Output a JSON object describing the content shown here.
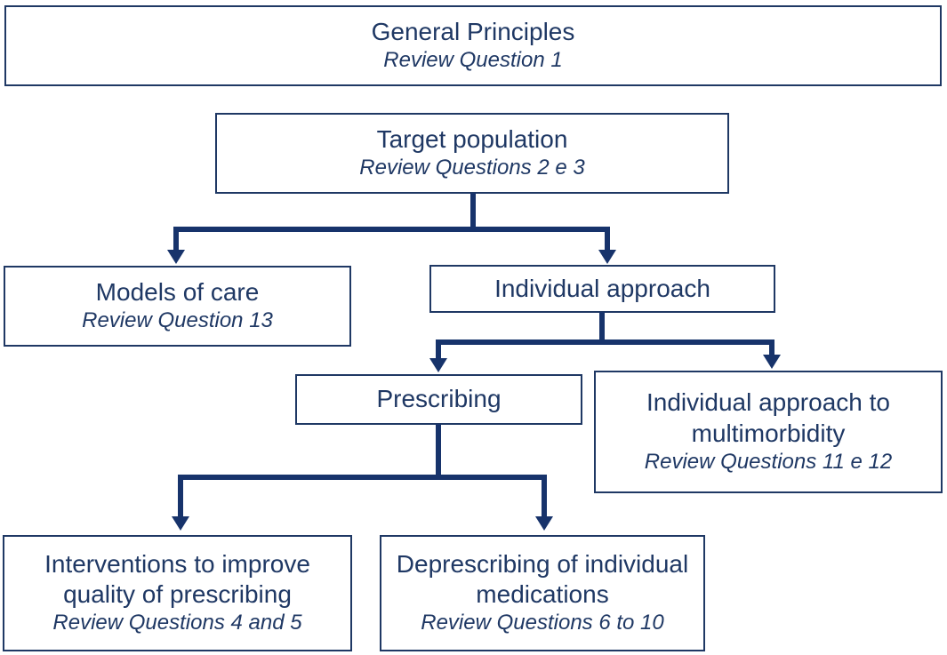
{
  "colors": {
    "line": "#17336b",
    "box_border": "#1f3864",
    "text": "#1f3864",
    "box_background": "#ffffff",
    "page_background": "#ffffff"
  },
  "nodes": {
    "general_principles": {
      "title": "General Principles",
      "subtitle": "Review Question 1"
    },
    "target_population": {
      "title": "Target population",
      "subtitle": "Review Questions 2 e 3"
    },
    "models_of_care": {
      "title": "Models of care",
      "subtitle": "Review Question 13"
    },
    "individual_approach": {
      "title": "Individual approach"
    },
    "prescribing": {
      "title": "Prescribing"
    },
    "individual_approach_to_multimorbidity": {
      "title": "Individual approach to multimorbidity",
      "subtitle": "Review Questions 11 e 12"
    },
    "interventions_to_improve_quality_of_prescribing": {
      "title": "Interventions to improve quality of prescribing",
      "subtitle": "Review Questions 4 and 5"
    },
    "deprescribing_of_individual_medications": {
      "title": "Deprescribing of individual medications",
      "subtitle": "Review Questions 6 to 10"
    }
  },
  "edges": [
    {
      "from": "target_population",
      "to": "models_of_care"
    },
    {
      "from": "target_population",
      "to": "individual_approach"
    },
    {
      "from": "individual_approach",
      "to": "prescribing"
    },
    {
      "from": "individual_approach",
      "to": "individual_approach_to_multimorbidity"
    },
    {
      "from": "prescribing",
      "to": "interventions_to_improve_quality_of_prescribing"
    },
    {
      "from": "prescribing",
      "to": "deprescribing_of_individual_medications"
    }
  ]
}
